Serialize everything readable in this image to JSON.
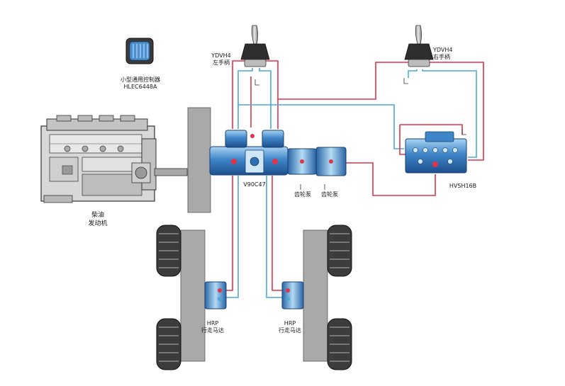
{
  "labels": {
    "controller_name": "小型通用控制器",
    "controller_model": "HLEC6448A",
    "left_handle_model": "YDVH4",
    "left_handle_name": "左手柄",
    "right_handle_model": "YDVH4",
    "right_handle_name": "右手柄",
    "pump_model": "V90C47",
    "gear_pump_1": "齿轮泵",
    "gear_pump_2": "齿轮泵",
    "valve_model": "HVSH16B",
    "engine_line1": "柴油",
    "engine_line2": "发动机",
    "motor_left_model": "HRP",
    "motor_left_name": "行走马达",
    "motor_right_model": "HRP",
    "motor_right_name": "行走马达"
  },
  "colors": {
    "pilot_line_red": "#e0344a",
    "pilot_line_blue": "#4aa8d8",
    "component_blue": "#2d6fb3",
    "component_light_blue": "#8fc3ea",
    "engine_gray": "#b0b0b0",
    "frame_gray": "#a9a9a9",
    "tire_dark": "#3c3c3c"
  }
}
